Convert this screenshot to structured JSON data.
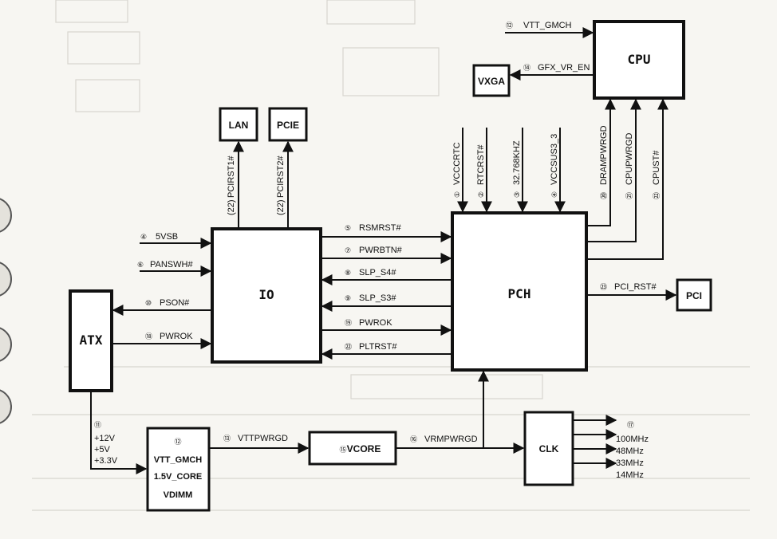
{
  "blocks": {
    "cpu": "CPU",
    "vxga": "VXGA",
    "lan": "LAN",
    "pcie": "PCIE",
    "io": "IO",
    "pch": "PCH",
    "pci": "PCI",
    "atx": "ATX",
    "vcore": "VCORE",
    "clk": "CLK",
    "vtt_line1": "VTT_GMCH",
    "vtt_line2": "1.5V_CORE",
    "vtt_line3": "VDIMM"
  },
  "signals": {
    "vtt_gmch": {
      "num": "⑫",
      "name": "VTT_GMCH"
    },
    "gfx_vr_en": {
      "num": "⑭",
      "name": "GFX_VR_EN"
    },
    "pcirst1": {
      "num": "(22)",
      "name": "PCIRST1#"
    },
    "pcirst2": {
      "num": "(22)",
      "name": "PCIRST2#"
    },
    "vcccrtc": {
      "num": "①",
      "name": "VCCCRTC"
    },
    "rtcrst": {
      "num": "②",
      "name": "RTCRST#"
    },
    "khz": {
      "num": "③",
      "name": "32.768KHZ"
    },
    "vccsus": {
      "num": "④",
      "name": "VCCSUS3_3"
    },
    "drampwrgd": {
      "num": "⑳",
      "name": "DRAMPWRGD"
    },
    "cpupwrgd": {
      "num": "㉑",
      "name": "CPUPWRGD"
    },
    "cpurst": {
      "num": "㉒",
      "name": "CPUST#"
    },
    "v5vsb": {
      "num": "④",
      "name": "5VSB"
    },
    "panswh": {
      "num": "⑥",
      "name": "PANSWH#"
    },
    "rsmrst": {
      "num": "⑤",
      "name": "RSMRST#"
    },
    "pwrbtn": {
      "num": "⑦",
      "name": "PWRBTN#"
    },
    "slp_s4": {
      "num": "⑧",
      "name": "SLP_S4#"
    },
    "slp_s3": {
      "num": "⑨",
      "name": "SLP_S3#"
    },
    "pwrok_pch": {
      "num": "⑲",
      "name": "PWROK"
    },
    "pltrst": {
      "num": "㉒",
      "name": "PLTRST#"
    },
    "pson": {
      "num": "⑩",
      "name": "PSON#"
    },
    "pwrok_atx": {
      "num": "⑱",
      "name": "PWROK"
    },
    "pci_rst": {
      "num": "㉓",
      "name": "PCI_RST#"
    },
    "vttpwrgd": {
      "num": "⑬",
      "name": "VTTPWRGD"
    },
    "vrmpwrgd": {
      "num": "⑯",
      "name": "VRMPWRGD"
    },
    "vcore_num": "⑮",
    "vtt_num": "⑫"
  },
  "atx_rails": {
    "num": "⑪",
    "rails": [
      "+12V",
      "+5V",
      "+3.3V"
    ]
  },
  "clock": {
    "num": "⑰",
    "freqs": [
      "100MHz",
      "48MHz",
      "33MHz",
      "14MHz"
    ]
  }
}
